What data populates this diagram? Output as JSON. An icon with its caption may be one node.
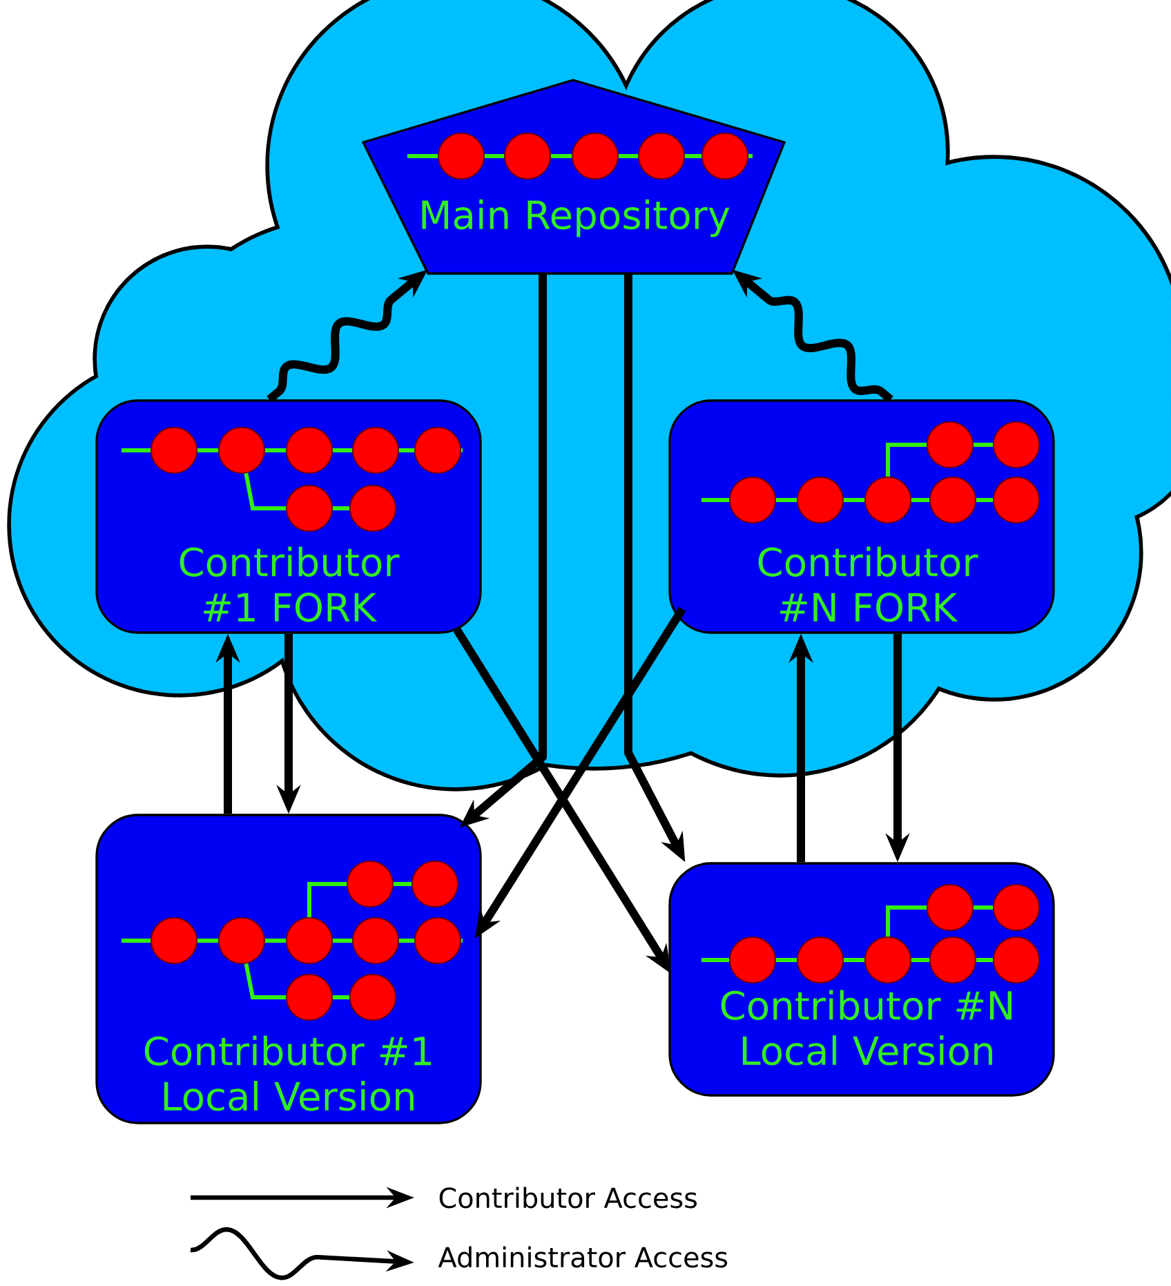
{
  "diagram": {
    "nodes": [
      {
        "text": [
          "Main Repository"
        ]
      },
      {
        "text": [
          "Contributor #1 FORK"
        ]
      },
      {
        "text": [
          "Contributor #N FORK"
        ]
      },
      {
        "text": [
          "Contributor #1 Local Version"
        ]
      },
      {
        "text": [
          "Contributor #N Local Version"
        ]
      }
    ],
    "edges": [
      {
        "from": 1,
        "to": 0,
        "arrow": "to"
      },
      {
        "from": 2,
        "to": 0,
        "arrow": "to"
      },
      {
        "from": 0,
        "to": 3,
        "arrow": "to"
      },
      {
        "from": 0,
        "to": 4,
        "arrow": "to"
      },
      {
        "from": 1,
        "to": 3,
        "arrow": "to"
      },
      {
        "from": 3,
        "to": 1,
        "arrow": "to"
      },
      {
        "from": 2,
        "to": 4,
        "arrow": "to"
      },
      {
        "from": 4,
        "to": 2,
        "arrow": "to"
      },
      {
        "from": 1,
        "to": 4,
        "arrow": "to"
      },
      {
        "from": 2,
        "to": 3,
        "arrow": "to"
      }
    ],
    "legend": [
      {
        "text": "Contributor Access"
      },
      {
        "text": "Administrator Access"
      }
    ]
  }
}
